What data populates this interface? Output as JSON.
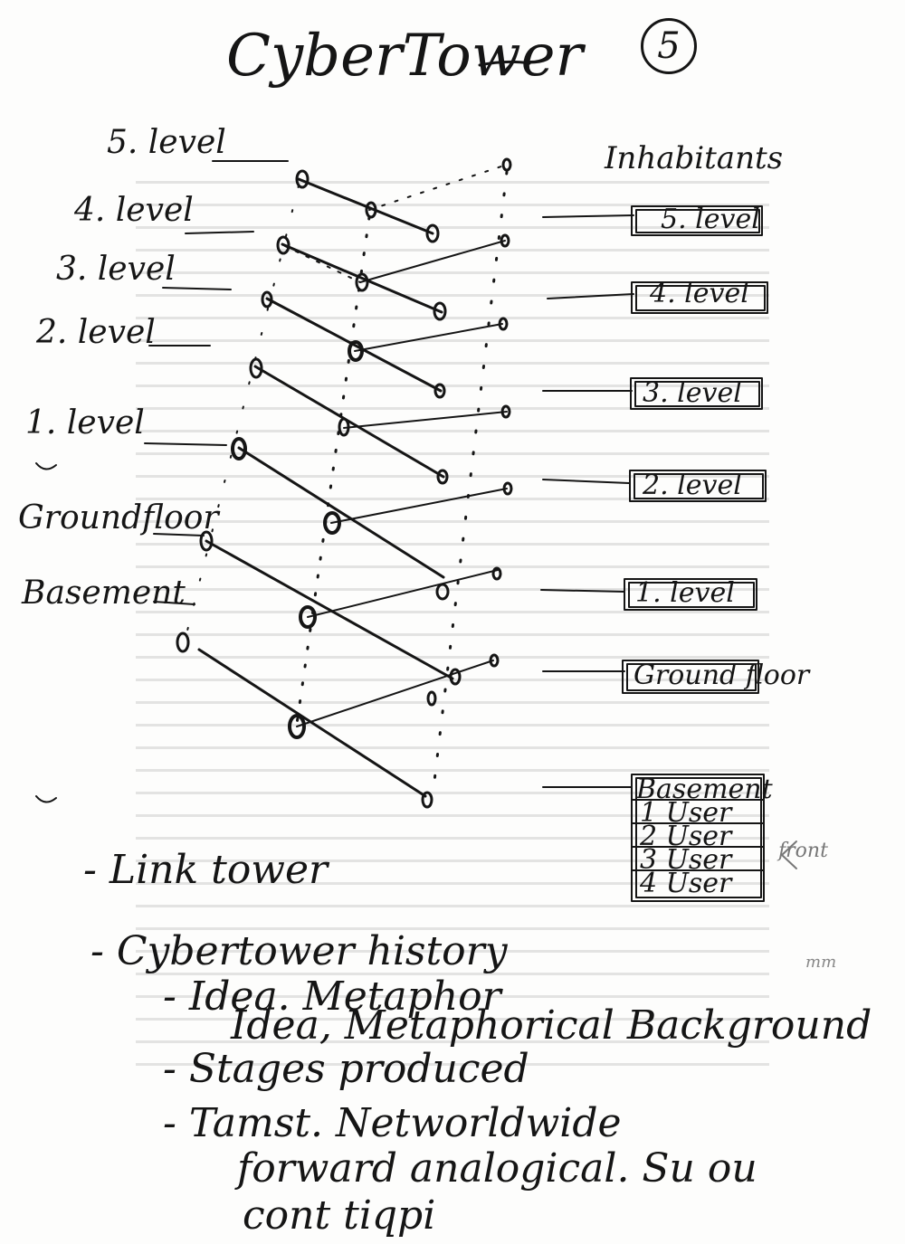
{
  "title": "CyberTower",
  "page_number": "5",
  "inhabitants_title": "Inhabitants",
  "left_levels": [
    "5. level",
    "4. level",
    "3. level",
    "2. level",
    "1. level",
    "Groundfloor",
    "Basement"
  ],
  "right_boxes": [
    "5. level",
    "4. level",
    "3. level",
    "2. level",
    "1. level",
    "Ground floor"
  ],
  "basement_stack": [
    "Basement",
    "1 User",
    "2 User",
    "3 User",
    "4 User"
  ],
  "notes": [
    "- Link tower",
    "- Cybertower history",
    "- Idea. Metaphor",
    "Idea, Metaphorical Background",
    "- Stages produced",
    "- Tamst. Networldwide",
    "forward analogical. Su ou",
    "cont tiqpi"
  ],
  "margin_marks": [
    "front",
    "mm"
  ],
  "colors": {
    "ink": "#151515",
    "paper": "#fdfdfc"
  }
}
